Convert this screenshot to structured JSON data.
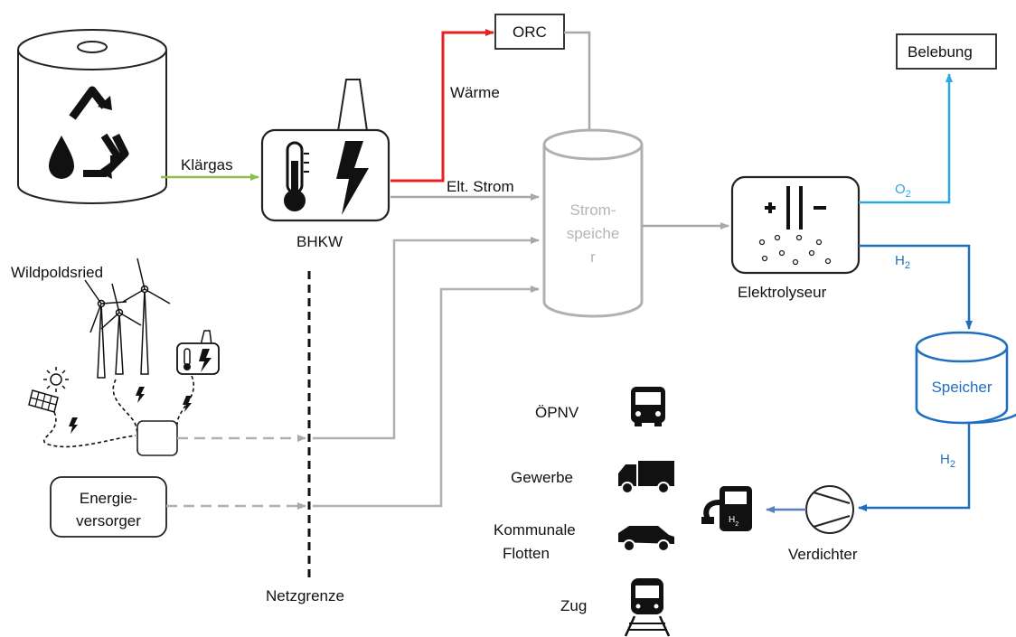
{
  "nodes": {
    "orc": "ORC",
    "belebung": "Belebung",
    "bhkw": "BHKW",
    "strom_speicher_lines": [
      "Strom-",
      "speiche",
      "r"
    ],
    "elektrolyseur": "Elektrolyseur",
    "speicher": "Speicher",
    "verdichter": "Verdichter",
    "wildpoldsried": "Wildpoldsried",
    "energieversorger_lines": [
      "Energie-",
      "versorger"
    ],
    "netzgrenze": "Netzgrenze"
  },
  "flows": {
    "klaergas": "Klärgas",
    "waerme": "Wärme",
    "elt_strom": "Elt. Strom",
    "o2": "O2",
    "h2_upper": "H2",
    "h2_lower": "H2",
    "pump_h2": "H2"
  },
  "consumers": [
    "ÖPNV",
    "Gewerbe",
    "Kommunale Flotten",
    "Zug"
  ],
  "consumer_lines": [
    [
      "ÖPNV"
    ],
    [
      "Gewerbe"
    ],
    [
      "Kommunale",
      "Flotten"
    ],
    [
      "Zug"
    ]
  ],
  "colors": {
    "biogas": "#8fbf4a",
    "heat": "#e52222",
    "power": "#b0b0b0",
    "oxygen": "#2aa8e0",
    "hydrogen": "#1f6fc0",
    "fuel_flow": "#5a7fbf"
  },
  "icons": [
    "recycle-icon",
    "droplet-icon",
    "thermometer-icon",
    "lightning-icon",
    "wind-turbine-icon",
    "solar-panel-icon",
    "bus-icon",
    "truck-icon",
    "car-icon",
    "train-icon",
    "fuel-pump-icon",
    "compressor-icon"
  ]
}
